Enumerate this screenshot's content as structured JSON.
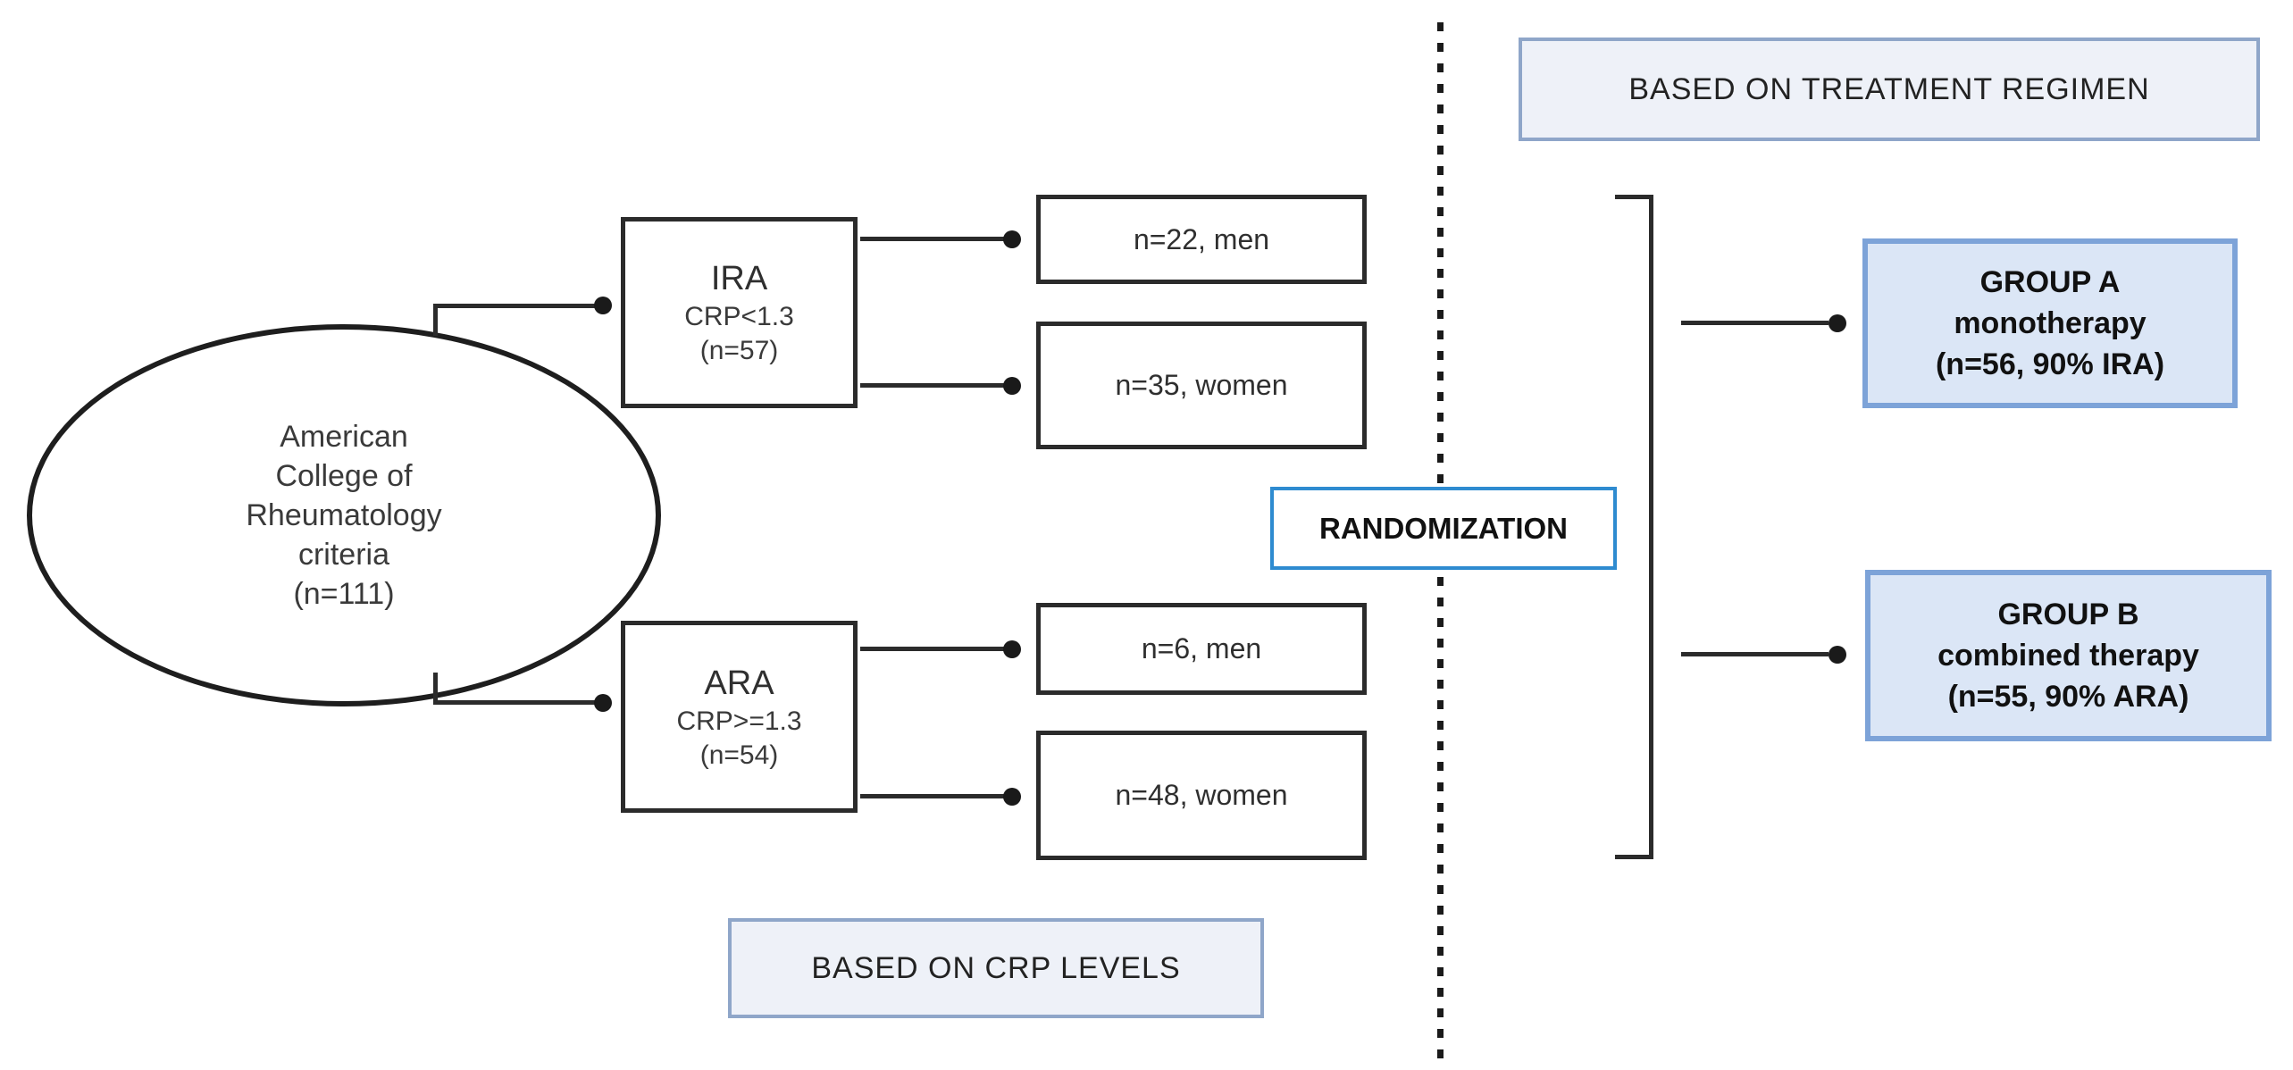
{
  "colors": {
    "line": "#2b2b2b",
    "randomization_border": "#2e8bd0",
    "panel_fill": "#eef1f8",
    "panel_border": "#8fa6c9",
    "group_fill": "#dbe6f6",
    "group_border": "#7da3d8"
  },
  "ellipse": {
    "lines": [
      "American",
      "College of",
      "Rheumatology",
      "criteria",
      "(n=111)"
    ]
  },
  "crp": {
    "header": "BASED ON CRP LEVELS",
    "ira": {
      "title": "IRA",
      "criteria": "CRP<1.3",
      "count": "(n=57)"
    },
    "ara": {
      "title": "ARA",
      "criteria": "CRP>=1.3",
      "count": "(n=54)"
    },
    "ira_outcomes": [
      "n=22, men",
      "n=35, women"
    ],
    "ara_outcomes": [
      "n=6, men",
      "n=48, women"
    ]
  },
  "randomization": {
    "label": "RANDOMIZATION"
  },
  "treatment": {
    "header": "BASED ON TREATMENT REGIMEN",
    "group_a": {
      "lines": [
        "GROUP A",
        "monotherapy",
        "(n=56, 90% IRA)"
      ]
    },
    "group_b": {
      "lines": [
        "GROUP B",
        "combined therapy",
        "(n=55, 90% ARA)"
      ]
    }
  }
}
